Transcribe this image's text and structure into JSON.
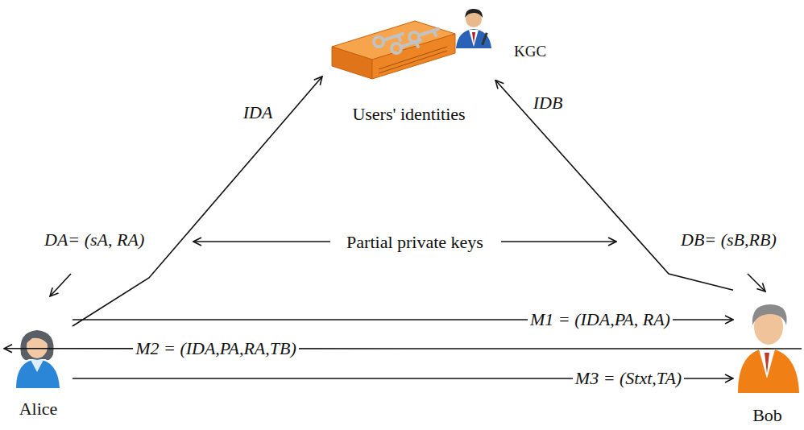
{
  "diagram": {
    "nodes": [
      {
        "text": [
          "KGC",
          "Users' identities"
        ]
      },
      {
        "text": [
          "Alice"
        ]
      },
      {
        "text": [
          "Bob"
        ]
      }
    ],
    "edges": [
      {
        "from": 1,
        "to": 0,
        "label": "IDA",
        "arrow": "to"
      },
      {
        "from": 2,
        "to": 0,
        "label": "IDB",
        "arrow": "to"
      },
      {
        "from": 1,
        "to": 2,
        "label": "M1 = (IDA,PA, RA)",
        "arrow": "to"
      },
      {
        "from": 2,
        "to": 1,
        "label": "M2 = (IDA,PA,RA,TB)",
        "arrow": "to"
      },
      {
        "from": 1,
        "to": 2,
        "label": "M3 = (Stxt,TA)",
        "arrow": "to"
      }
    ],
    "labels": [
      "DA= (sA, RA)",
      "Partial private keys",
      "DB= (sB,RB)"
    ]
  }
}
